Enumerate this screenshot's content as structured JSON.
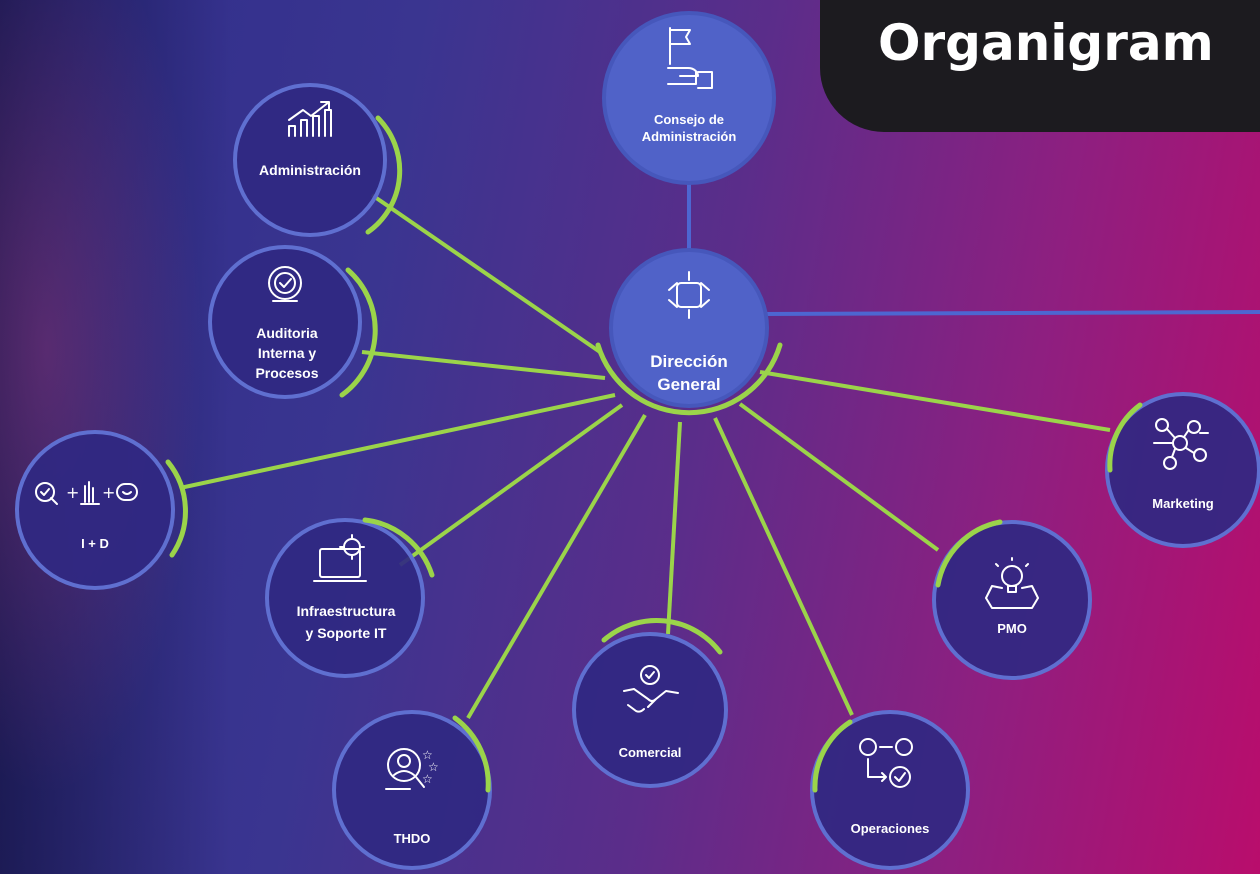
{
  "title": "Organigram",
  "nodes": {
    "consejo": {
      "label_line1": "Consejo de",
      "label_line2": "Administración",
      "icon": "flag-hand-icon"
    },
    "direccion": {
      "label_line1": "Dirección",
      "label_line2": "General",
      "icon": "hands-circle-icon"
    },
    "administracion": {
      "label": "Administración",
      "icon": "growth-chart-icon"
    },
    "auditoria": {
      "label_line1": "Auditoria",
      "label_line2": "Interna y",
      "label_line3": "Procesos",
      "icon": "audit-check-icon"
    },
    "id": {
      "label": "I + D",
      "icon": "research-icon"
    },
    "infraestructura": {
      "label_line1": "Infraestructura",
      "label_line2": "y Soporte IT",
      "icon": "laptop-gear-icon"
    },
    "thdo": {
      "label": "THDO",
      "icon": "talent-search-icon"
    },
    "comercial": {
      "label": "Comercial",
      "icon": "handshake-icon"
    },
    "operaciones": {
      "label": "Operaciones",
      "icon": "gears-flow-icon"
    },
    "pmo": {
      "label": "PMO",
      "icon": "bulb-gear-icon"
    },
    "marketing": {
      "label": "Marketing",
      "icon": "network-people-icon"
    }
  },
  "colors": {
    "accent": "#9bd44a",
    "node_blue": "#5062c8",
    "title_bg": "#1c1b1f"
  }
}
